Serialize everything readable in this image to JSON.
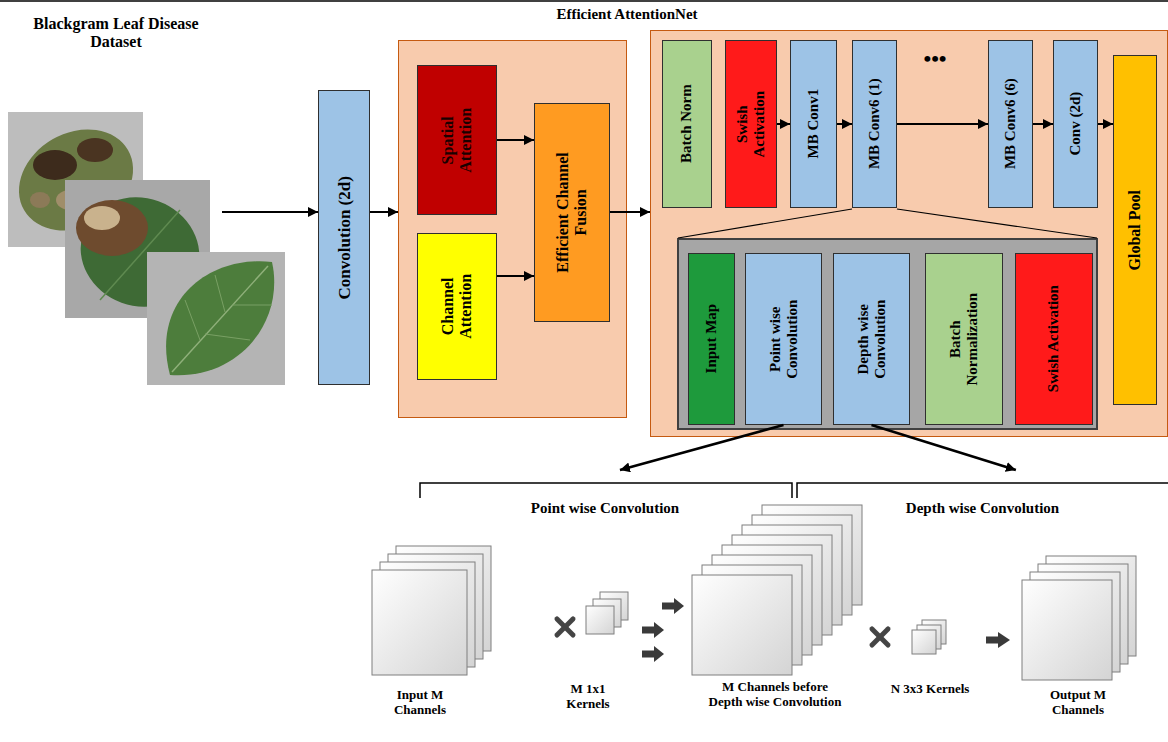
{
  "diagram": {
    "title": "Efficient AttentionNet",
    "nodes": [
      {
        "text": [
          "Blackgram Leaf Disease Dataset"
        ]
      },
      {
        "text": [
          "Convolution (2d)"
        ]
      },
      {
        "text": []
      },
      {
        "text": [
          "Spatial Attention"
        ],
        "in": 2
      },
      {
        "text": [
          "Channel Attention"
        ],
        "in": 2
      },
      {
        "text": [
          "Efficient Channel Fusion"
        ],
        "in": 2
      },
      {
        "text": []
      },
      {
        "text": [
          "Batch Norm"
        ],
        "in": 6
      },
      {
        "text": [
          "Swish Activation"
        ],
        "in": 6
      },
      {
        "text": [
          "MB Conv1"
        ],
        "in": 6
      },
      {
        "text": [
          "MB Conv6 (1)"
        ],
        "in": 6
      },
      {
        "text": [
          "MB Conv6 (6)"
        ],
        "in": 6
      },
      {
        "text": [
          "Conv (2d)"
        ],
        "in": 6
      },
      {
        "text": [
          "Global Pool"
        ],
        "in": 6
      },
      {
        "text": [],
        "in": 6
      },
      {
        "text": [
          "Input Map"
        ],
        "in": 14
      },
      {
        "text": [
          "Point wise Convolution"
        ],
        "in": 14
      },
      {
        "text": [
          "Depth wise Convolution"
        ],
        "in": 14
      },
      {
        "text": [
          "Batch Normalization"
        ],
        "in": 14
      },
      {
        "text": [
          "Swish Activation"
        ],
        "in": 14
      },
      {
        "text": [
          "Point wise Convolution"
        ]
      },
      {
        "text": [
          "Depth wise Convolution"
        ]
      }
    ],
    "edges": [
      {
        "from": 0,
        "to": 1,
        "arrow": "to"
      },
      {
        "from": 1,
        "to": 2,
        "arrow": "to"
      },
      {
        "from": 3,
        "to": 5,
        "arrow": "to"
      },
      {
        "from": 4,
        "to": 5,
        "arrow": "to"
      },
      {
        "from": 5,
        "to": 6,
        "arrow": "to"
      },
      {
        "from": 8,
        "to": 9,
        "arrow": "to"
      },
      {
        "from": 9,
        "to": 10,
        "arrow": "to"
      },
      {
        "from": 10,
        "to": 11,
        "arrow": "to"
      },
      {
        "from": 11,
        "to": 12,
        "arrow": "to"
      },
      {
        "from": 12,
        "to": 13,
        "arrow": "to"
      },
      {
        "from": 16,
        "to": 20,
        "arrow": "to"
      },
      {
        "from": 17,
        "to": 21,
        "arrow": "to"
      }
    ],
    "labels": [
      "•••",
      "Input M Channels",
      "M 1x1 Kernels",
      "M Channels before Depth wise Convolution",
      "N 3x3 Kernels",
      "Output M Channels"
    ]
  }
}
